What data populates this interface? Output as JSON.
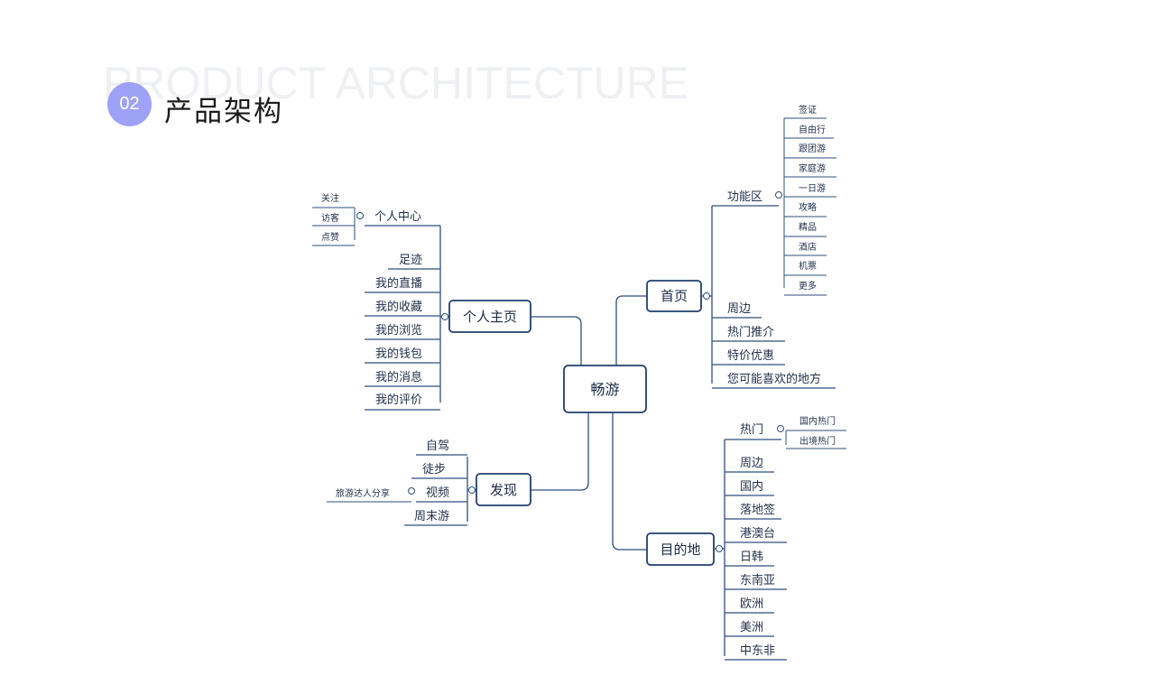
{
  "header": {
    "background_title": "PRODUCT ARCHITECTURE",
    "section_number": "02",
    "section_title": "产品架构"
  },
  "mindmap": {
    "root": "畅游",
    "branches": {
      "personal": {
        "label": "个人主页",
        "personal_center": {
          "label": "个人中心",
          "items": [
            "关注",
            "访客",
            "点赞"
          ]
        },
        "items": [
          "足迹",
          "我的直播",
          "我的收藏",
          "我的浏览",
          "我的钱包",
          "我的消息",
          "我的评价"
        ]
      },
      "discover": {
        "label": "发现",
        "items": [
          "自驾",
          "徒步",
          "视频",
          "周末游"
        ],
        "video_sub": "旅游达人分享"
      },
      "home": {
        "label": "首页",
        "function_area": {
          "label": "功能区",
          "items": [
            "签证",
            "自由行",
            "跟团游",
            "家庭游",
            "一日游",
            "攻略",
            "精品",
            "酒店",
            "机票",
            "更多"
          ]
        },
        "items": [
          "周边",
          "热门推介",
          "特价优惠",
          "您可能喜欢的地方"
        ]
      },
      "destination": {
        "label": "目的地",
        "hot": {
          "label": "热门",
          "items": [
            "国内热门",
            "出境热门"
          ]
        },
        "items": [
          "周边",
          "国内",
          "落地签",
          "港澳台",
          "日韩",
          "东南亚",
          "欧洲",
          "美洲",
          "中东非"
        ]
      }
    }
  },
  "colors": {
    "line": "#2c4f7c",
    "box_border": "#213f6e",
    "badge": "#9ea2f7",
    "background_title": "#eef0f3"
  }
}
